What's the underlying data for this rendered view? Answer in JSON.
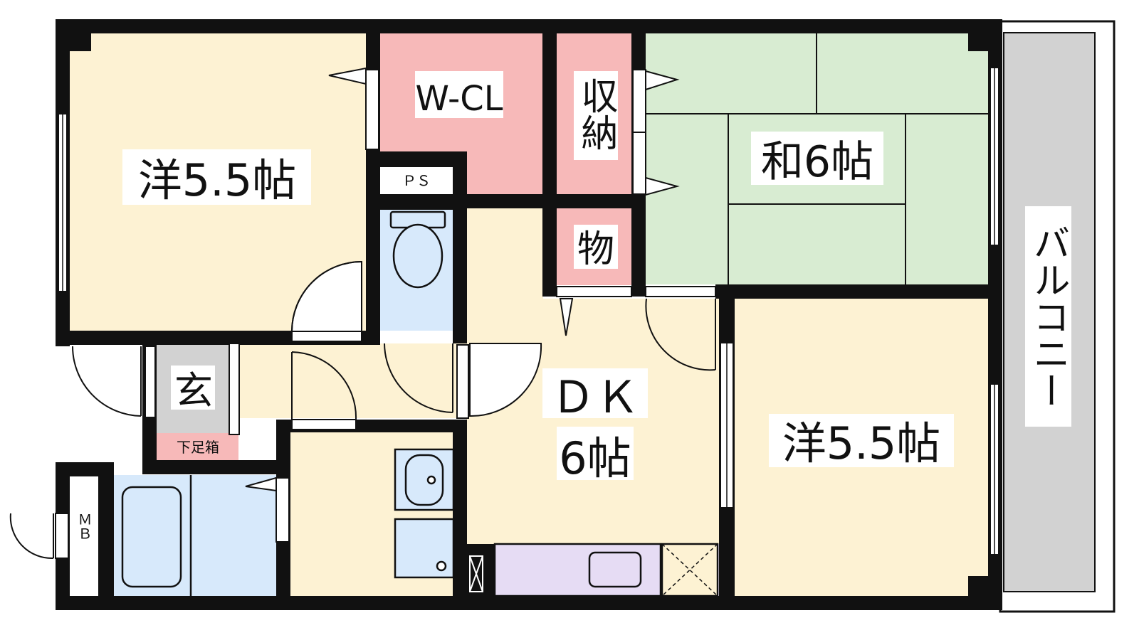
{
  "colors": {
    "wall": "#111111",
    "western_room": "#fdf2d3",
    "japanese_room": "#d8ecd2",
    "closet": "#f7b9b9",
    "wet_area": "#d7e9fb",
    "entrance": "#d2d2d2",
    "balcony": "#d2d2d2",
    "kitchen": "#e6dcf4"
  },
  "rooms": {
    "west_room_1": "洋5.5帖",
    "walk_in_closet": "W-CL",
    "storage": "収納",
    "japanese_room": "和6帖",
    "pipe_space": "ＰＳ",
    "storage_small": "物",
    "dining_kitchen_line1": "ＤＫ",
    "dining_kitchen_line2": "6帖",
    "west_room_2": "洋5.5帖",
    "balcony": "バルコニー",
    "entrance": "玄",
    "shoe_box": "下足箱",
    "meter_box": "ＭＢ"
  },
  "icons": [
    "toilet-icon",
    "washbasin-icon",
    "washing-machine-pan-icon",
    "bathtub-icon",
    "kitchen-sink-icon",
    "stove-icon",
    "refrigerator-icon"
  ]
}
